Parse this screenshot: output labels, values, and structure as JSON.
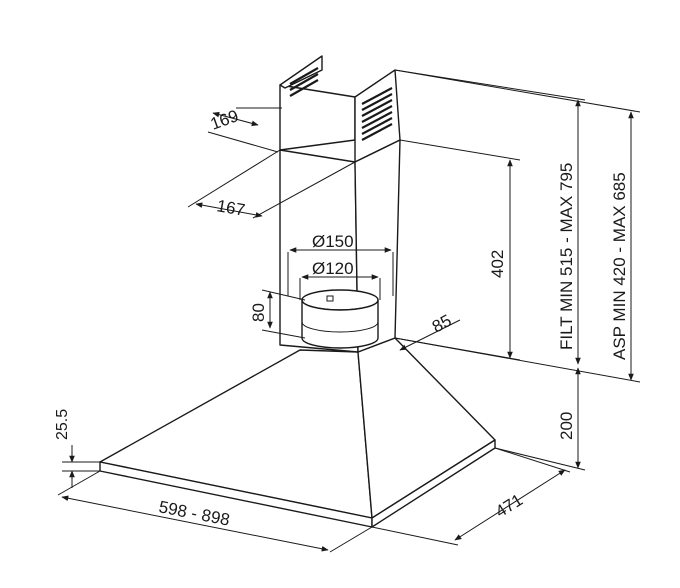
{
  "labels": {
    "chimney_depth": "169",
    "chimney_width": "167",
    "outlet_outer": "Ø150",
    "outlet_inner": "Ø120",
    "outlet_height": "80",
    "chimney_lower": "402",
    "offset": "85",
    "filt_range": "FILT MIN 515 - MAX 795",
    "asp_range": "ASP MIN 420 - MAX 685",
    "hood_height": "200",
    "edge_thickness": "25.5",
    "width_range": "598 - 898",
    "hood_depth": "471"
  }
}
